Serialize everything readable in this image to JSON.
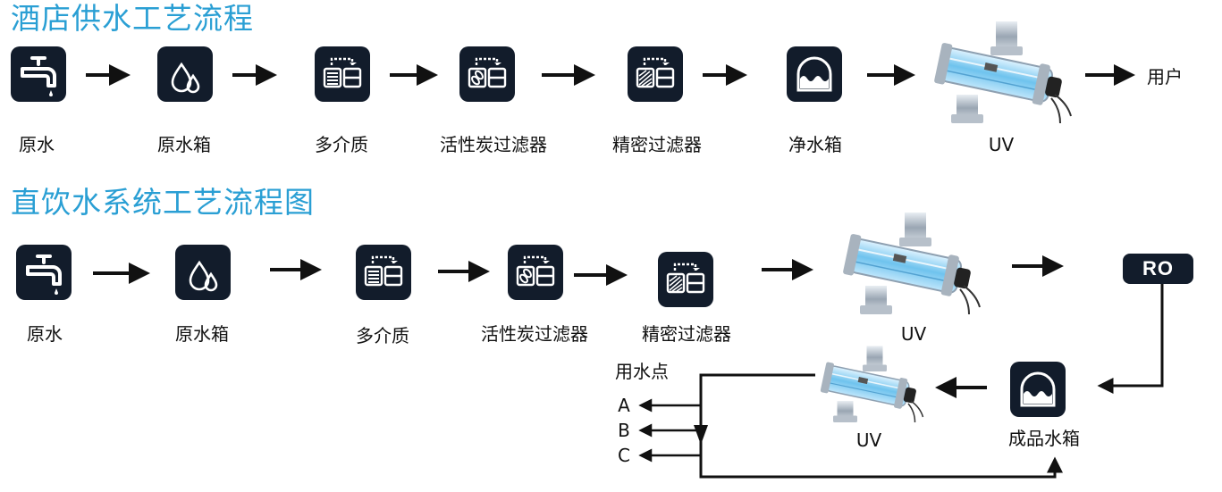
{
  "hotel": {
    "title": "酒店供水工艺流程",
    "steps": [
      "原水",
      "原水箱",
      "多介质",
      "活性炭过滤器",
      "精密过滤器",
      "净水箱",
      "UV"
    ],
    "end": "用户"
  },
  "direct": {
    "title": "直饮水系统工艺流程图",
    "steps": [
      "原水",
      "原水箱",
      "多介质",
      "活性炭过滤器",
      "精密过滤器",
      "UV"
    ],
    "ro": "RO",
    "tank": "成品水箱",
    "uv2": "UV",
    "point": "用水点",
    "outlets": [
      "A",
      "B",
      "C"
    ]
  },
  "icons": [
    "faucet-icon",
    "water-drop-icon",
    "multimedia-filter-icon",
    "activated-carbon-filter-icon",
    "precision-filter-icon",
    "tank-icon",
    "uv-sterilizer-icon"
  ]
}
